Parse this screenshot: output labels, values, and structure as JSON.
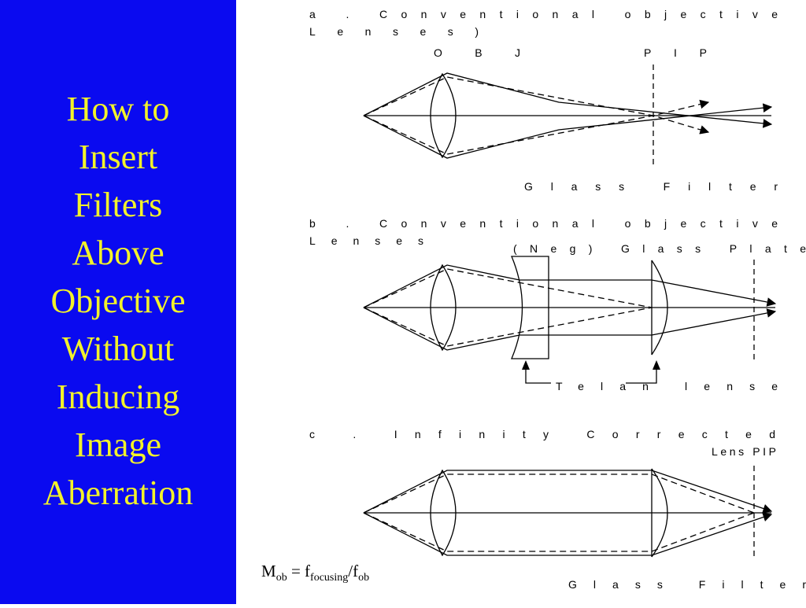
{
  "title": {
    "lines": [
      "How to",
      "Insert",
      "Filters",
      "Above",
      "Objective",
      "Without",
      "Inducing",
      "Image",
      "Aberration"
    ]
  },
  "colors": {
    "panel": "#0a0af0",
    "title": "#f2f22a",
    "ink": "#000000"
  },
  "panel_a": {
    "heading_line1": "a . Conventional objective",
    "heading_line2": "Lenses)",
    "obj_label": "OBJ",
    "pip_label": "PIP",
    "glass_label": "Glass Filter"
  },
  "panel_b": {
    "heading_line1": "b . Conventional objective",
    "heading_line2": "Lenses",
    "neg_label": "(Neg) Glass Plate",
    "telan_label": "Telan lense"
  },
  "panel_c": {
    "heading": "c . Infinity Corrected",
    "pip_label": "Lens PIP",
    "glass_label": "Glass Filter"
  },
  "formula": {
    "M": "M",
    "M_sub": "ob",
    "eq": " = f",
    "f1_sub": "focusing",
    "slash": "/f",
    "f2_sub": "ob"
  }
}
